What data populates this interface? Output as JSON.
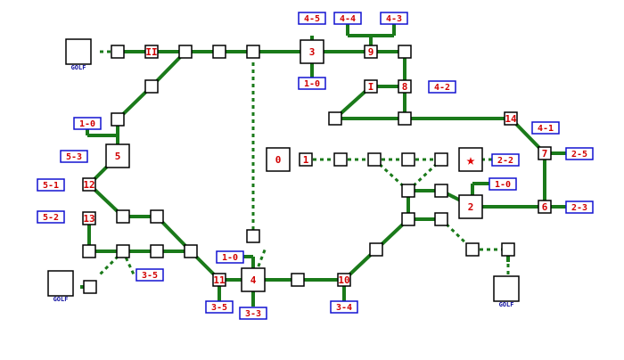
{
  "map": {
    "colors": {
      "background": "#ffffff",
      "path": "#1a7a1a",
      "node_fill": "#ffffff",
      "node_border": "#000000",
      "label_text": "#d10000",
      "tag_border": "#1010d0",
      "golf_text": "#1010a0",
      "star": "#e00000"
    },
    "golf_label": "GOLF",
    "star_icon": "★",
    "world_labels": [
      "0",
      "1",
      "2",
      "3",
      "4",
      "5",
      "6",
      "7",
      "8",
      "9",
      "10",
      "11",
      "12",
      "13",
      "14",
      "I",
      "II"
    ],
    "stage_tags": [
      "4-5",
      "4-4",
      "4-3",
      "1-0",
      "4-2",
      "1-0",
      "4-1",
      "2-5",
      "5-3",
      "5-1",
      "5-2",
      "2-2",
      "1-0",
      "2-3",
      "1-0",
      "3-5",
      "3-5",
      "3-3",
      "3-4"
    ]
  }
}
